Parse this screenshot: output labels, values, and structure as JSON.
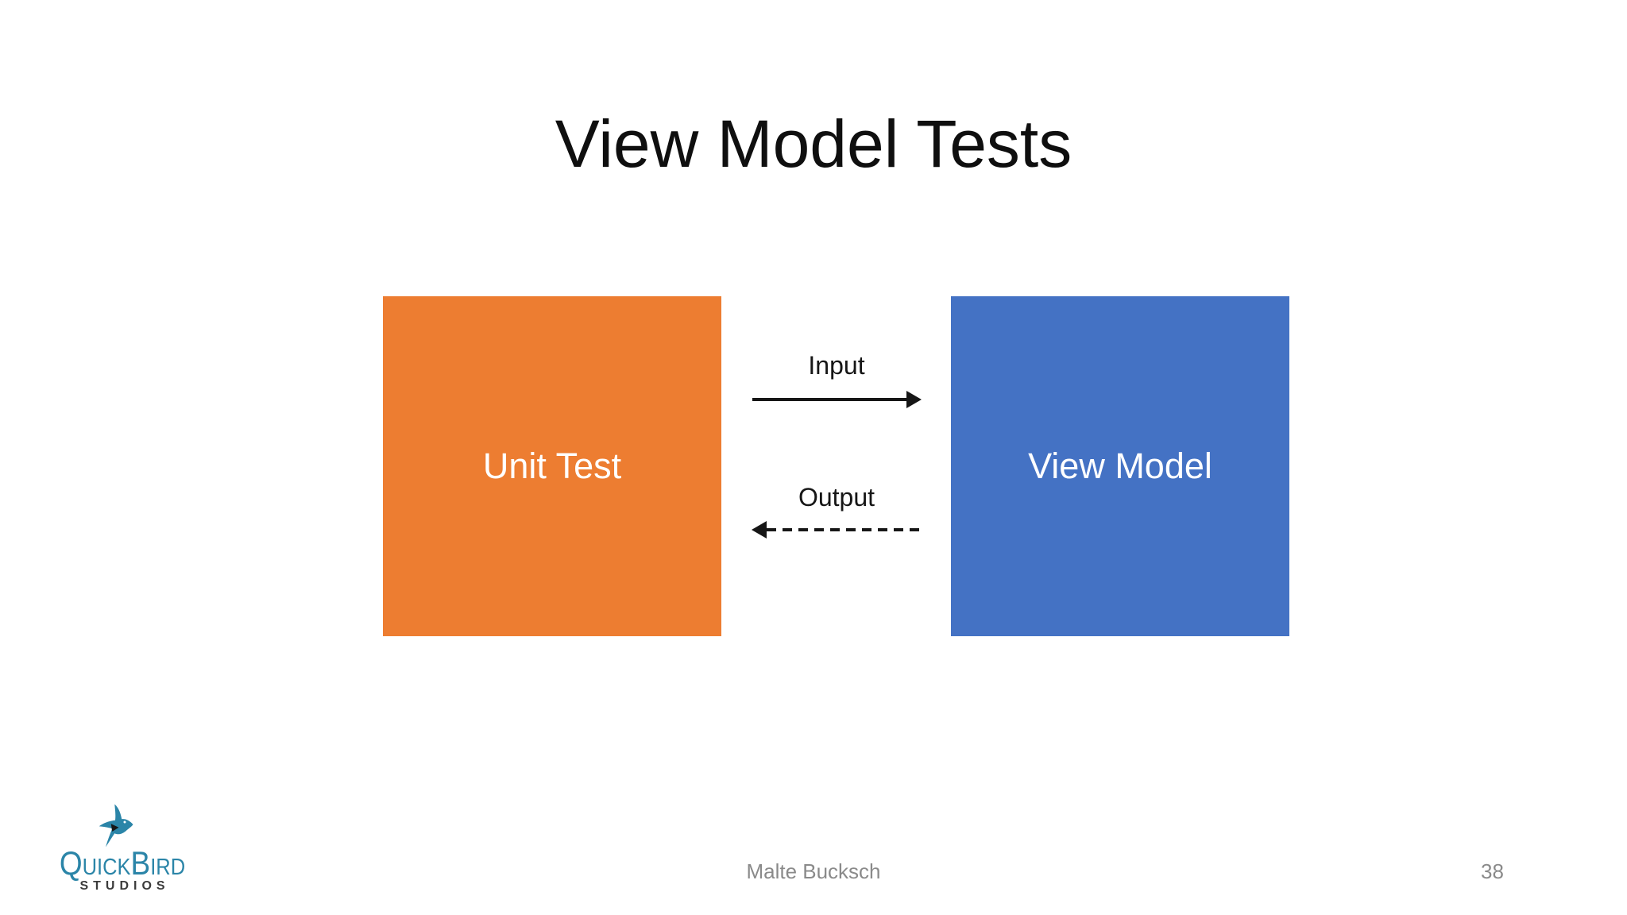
{
  "slide": {
    "title": "View Model Tests",
    "footer_author": "Malte Bucksch",
    "page_number": "38",
    "background_color": "#FFFFFF"
  },
  "diagram": {
    "boxes": [
      {
        "label": "Unit Test",
        "color": "#ED7D31",
        "text_color": "#FFFFFF"
      },
      {
        "label": "View Model",
        "color": "#4472C4",
        "text_color": "#FFFFFF"
      }
    ],
    "arrows": [
      {
        "label": "Input",
        "style": "solid",
        "direction": "right",
        "from": "Unit Test",
        "to": "View Model"
      },
      {
        "label": "Output",
        "style": "dashed",
        "direction": "left",
        "from": "View Model",
        "to": "Unit Test"
      }
    ],
    "arrow_color": "#1A1A1A"
  },
  "logo": {
    "brand": "QuickBird",
    "sub": "STUDIOS",
    "brand_color": "#2B85A8",
    "sub_color": "#3B3B3B",
    "icon": "swallow-bird-icon"
  }
}
